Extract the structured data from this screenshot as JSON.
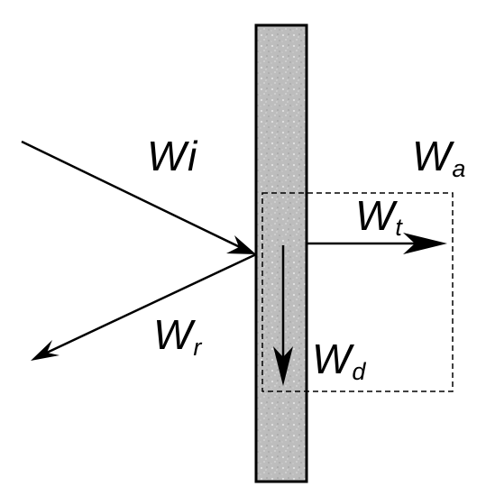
{
  "colors": {
    "ink": "#000000",
    "panel_fill": "#b9b9b9",
    "panel_speckle": "#d8d8d8",
    "background": "#ffffff"
  },
  "labels": {
    "incident": {
      "symbol": "W",
      "subscript": "i"
    },
    "reflected": {
      "symbol": "W",
      "subscript": "r"
    },
    "transmitted": {
      "symbol": "W",
      "subscript": "t"
    },
    "dissipated": {
      "symbol": "W",
      "subscript": "d"
    },
    "absorbed": {
      "symbol": "W",
      "subscript": "a"
    }
  }
}
